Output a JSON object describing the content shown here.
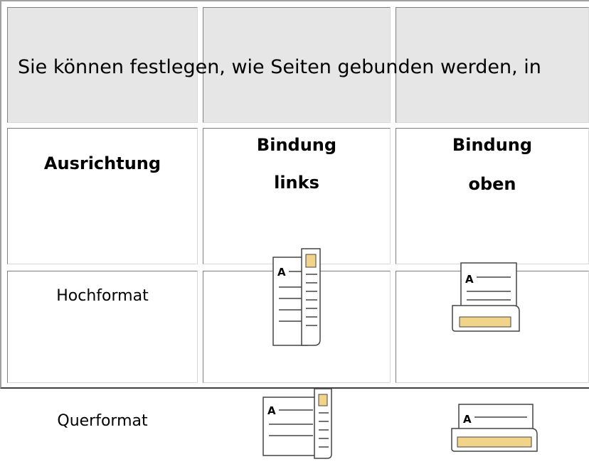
{
  "intro": {
    "text": "Sie können festlegen, wie Seiten gebunden werden, in"
  },
  "table": {
    "headers": {
      "orientation": "Ausrichtung",
      "binding_left": [
        "Bindung",
        "links"
      ],
      "binding_top": [
        "Bindung",
        "oben"
      ]
    },
    "rows": [
      {
        "label": "Hochformat"
      },
      {
        "label": "Querformat"
      }
    ]
  },
  "icons": {
    "portrait_left": "portrait-left-binding-icon",
    "portrait_top": "portrait-top-binding-icon",
    "landscape_left": "landscape-left-binding-icon",
    "landscape_top": "landscape-top-binding-icon",
    "letter": "A",
    "accent": "#f2d38a"
  }
}
